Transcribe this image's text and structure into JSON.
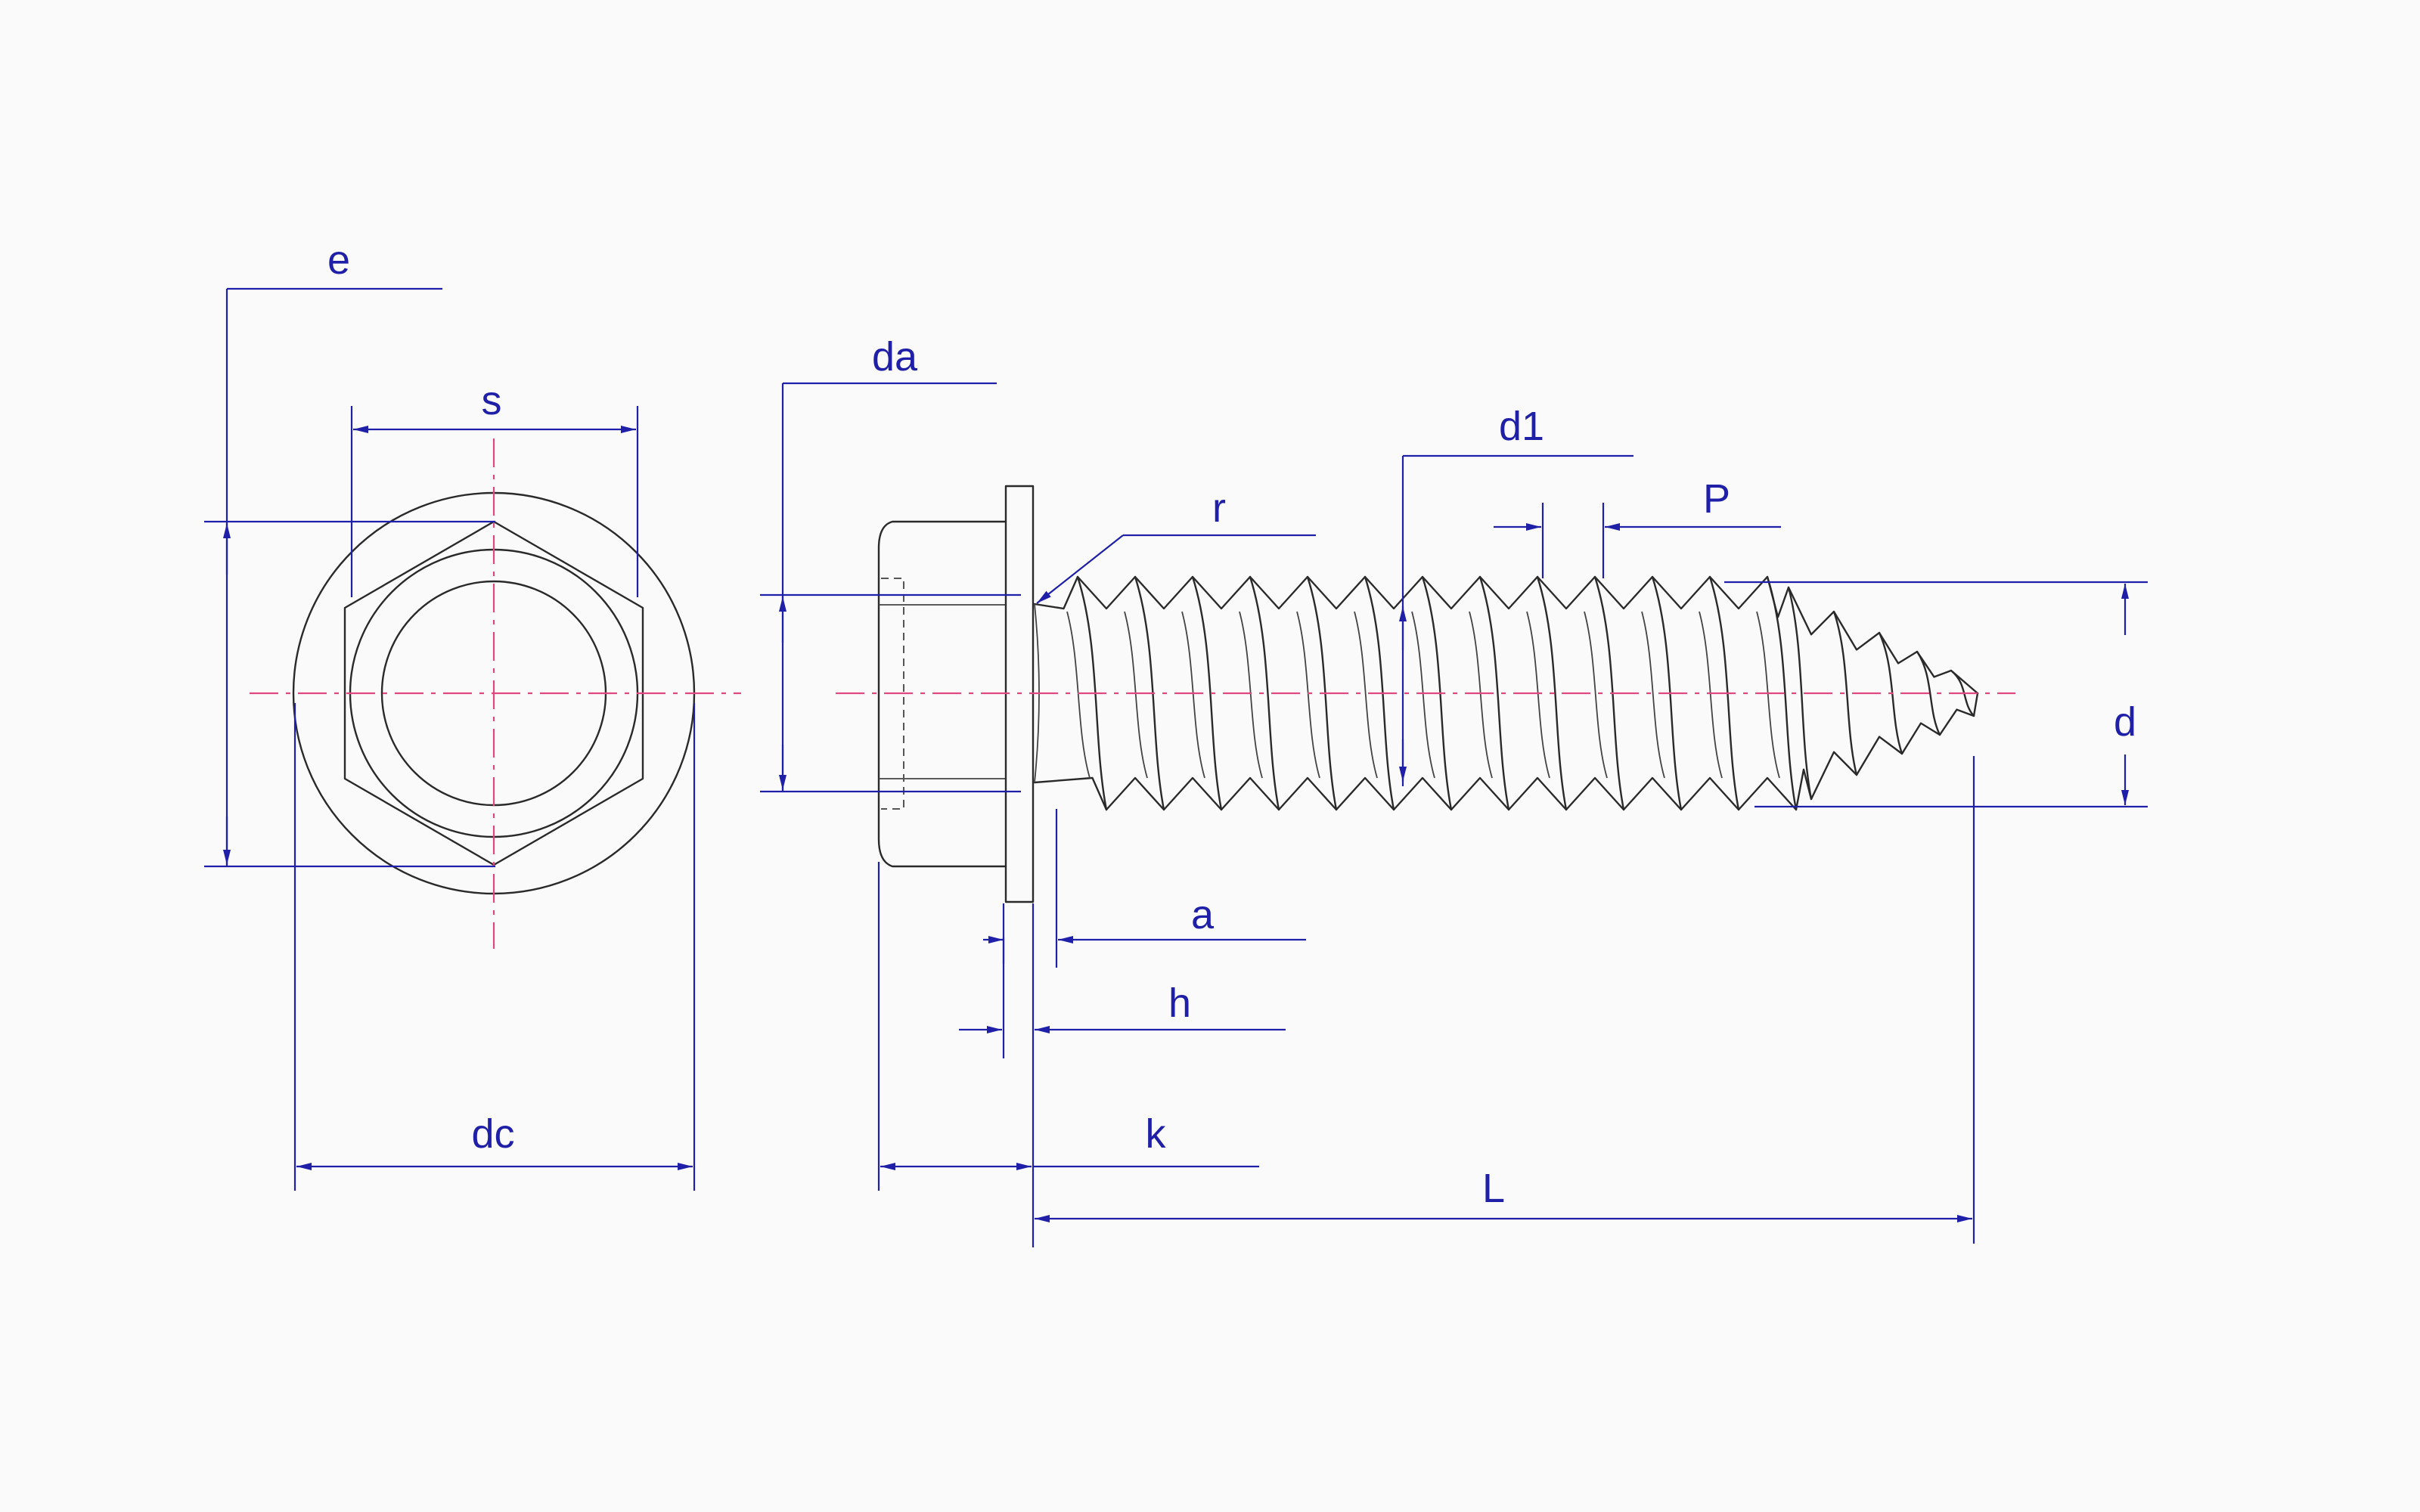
{
  "colors": {
    "background": "#fafafa",
    "object_line": "#2a2a2a",
    "dimension": "#1f1fa8",
    "center_line": "#e04880"
  },
  "labels": {
    "e": "e",
    "s": "s",
    "dc": "dc",
    "da": "da",
    "r": "r",
    "d1": "d1",
    "P": "P",
    "d": "d",
    "a": "a",
    "h": "h",
    "k": "k",
    "L": "L"
  }
}
